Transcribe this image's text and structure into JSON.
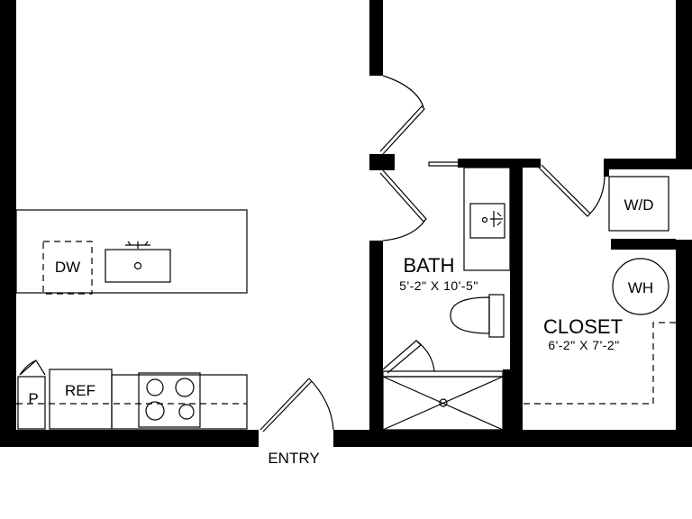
{
  "labels": {
    "bath": "BATH",
    "bath_dim": "5'-2\" X 10'-5\"",
    "closet": "CLOSET",
    "closet_dim": "6'-2\" X 7'-2\"",
    "entry": "ENTRY",
    "dw": "DW",
    "ref": "REF",
    "pantry": "P",
    "wd": "W/D",
    "wh": "WH"
  },
  "colors": {
    "line": "#000000",
    "background": "#ffffff"
  }
}
